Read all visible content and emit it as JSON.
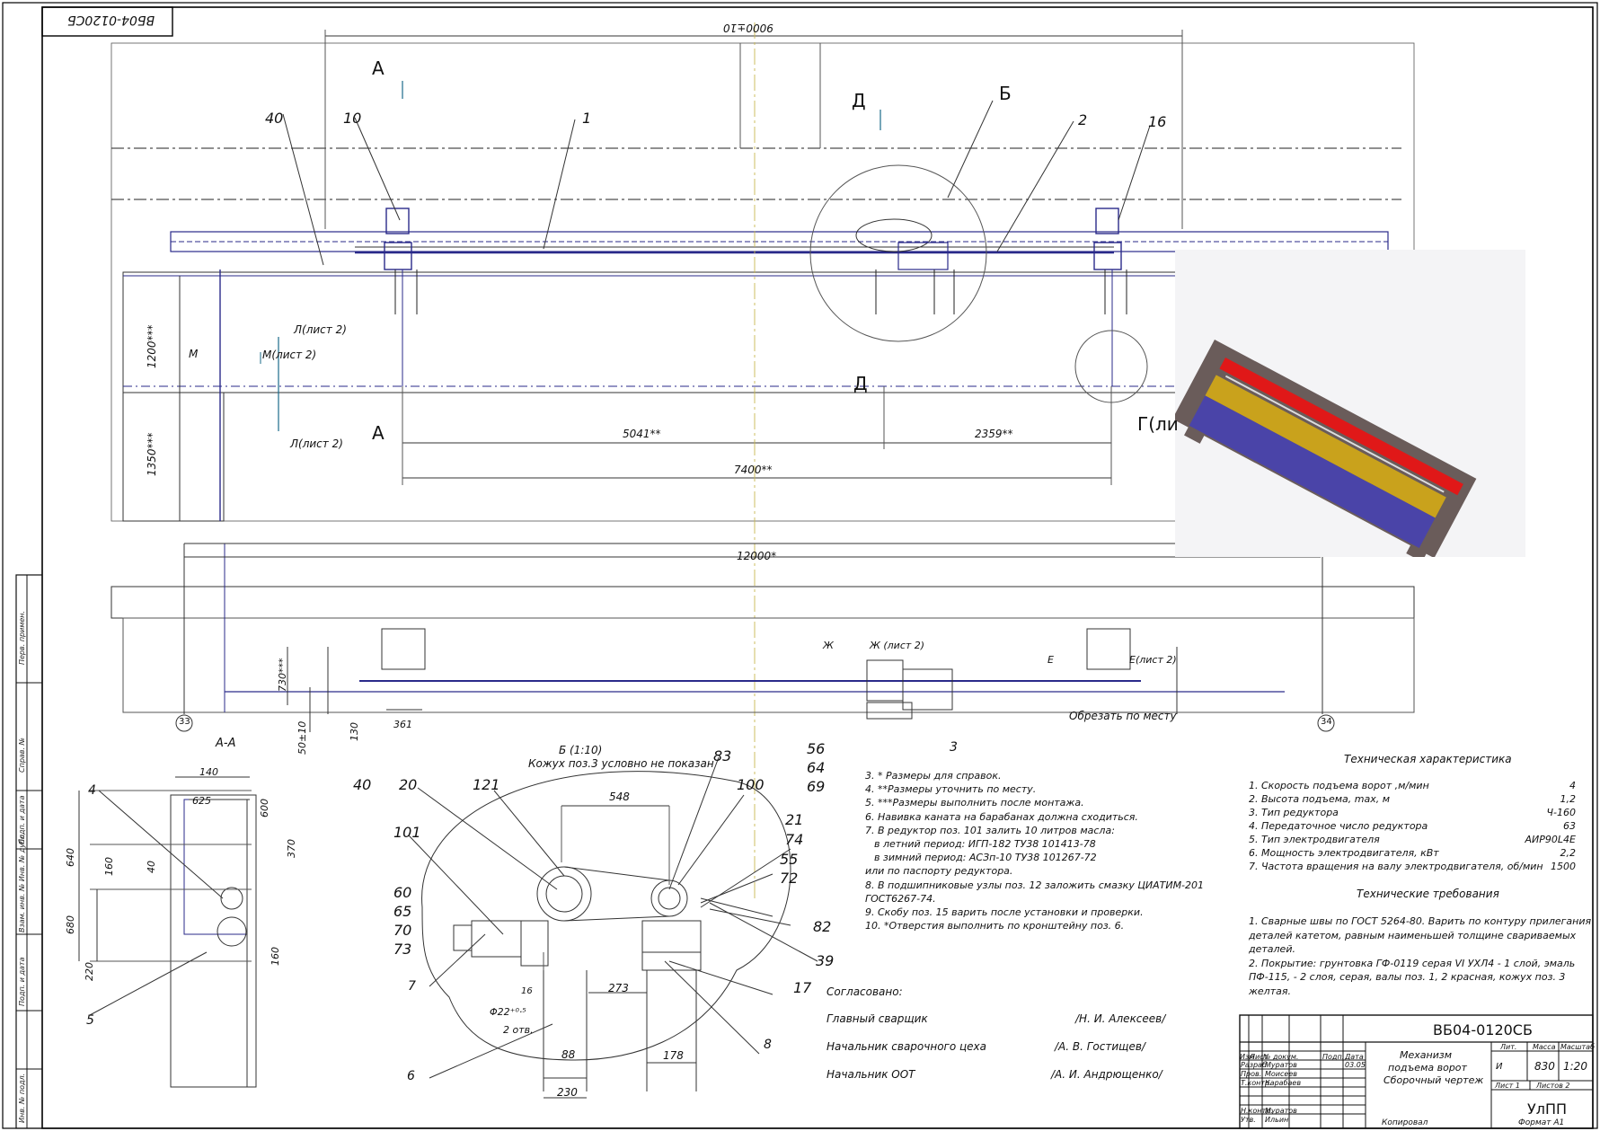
{
  "drawing": {
    "code": "ВБ04-0120СБ",
    "code_rotated": "ВБ04-0120СБ",
    "title_lines": [
      "Механизм",
      "подъема ворот",
      "Сборочный чертеж"
    ],
    "organization": "УлПП",
    "format": "Формат  А1",
    "copied": "Копировал"
  },
  "dimensions": {
    "top_span": "9000±10",
    "d5041": "5041**",
    "d2359": "2359**",
    "d7400": "7400**",
    "d1200": "1200***",
    "d1350": "1350***",
    "d12000": "12000*",
    "d730": "730***",
    "d50": "50±10",
    "d130": "130",
    "d361": "361",
    "left_140": "140",
    "left_625": "625",
    "left_600": "600",
    "left_640": "640",
    "left_160a": "160",
    "left_40": "40",
    "left_370": "370",
    "left_680": "680",
    "left_220": "220",
    "left_160b": "160",
    "det_548": "548",
    "det_16": "16",
    "det_273": "273",
    "det_phi22": "Φ22⁺⁰·⁵",
    "det_2otv": "2 отв.",
    "det_88": "88",
    "det_178": "178",
    "det_230": "230"
  },
  "section_marks": {
    "a_top": "А",
    "a_bottom": "А",
    "d_top": "Д",
    "d_bottom": "Д",
    "b": "Б",
    "m": "М",
    "m_sheet": "М(лист 2)",
    "l1": "Л(лист 2)",
    "l2": "Л(лист 2)",
    "g_sheet": "Г(ли",
    "zh": "Ж",
    "zh_sheet": "Ж (лист 2)",
    "e": "Е",
    "e_sheet": "Е(лист 2)",
    "cut_note": "Обрезать по месту",
    "axis_33": "33",
    "axis_34": "34"
  },
  "views": {
    "aa_title": "А-А",
    "detail_title": "Б (1:10)",
    "detail_sub": "Кожух поз.3 условно не показан"
  },
  "positions": {
    "p40a": "40",
    "p10": "10",
    "p1": "1",
    "p2": "2",
    "p16": "16",
    "p40b": "40",
    "p3": "3",
    "p56": "56",
    "p64": "64",
    "p69": "69",
    "p4": "4",
    "p5": "5",
    "p20": "20",
    "p121": "121",
    "p83": "83",
    "p100": "100",
    "p101": "101",
    "p21": "21",
    "p74": "74",
    "p55": "55",
    "p72": "72",
    "p60": "60",
    "p65": "65",
    "p70": "70",
    "p73": "73",
    "p82": "82",
    "p39": "39",
    "p17": "17",
    "p7": "7",
    "p8": "8",
    "p6": "6"
  },
  "notes": [
    "3. * Размеры для справок.",
    "4. **Размеры уточнить по месту.",
    "5. ***Размеры выполнить после монтажа.",
    "6. Навивка каната на барабанах должна сходиться.",
    "7. В редуктор поз. 101 залить 10 литров масла:",
    "   в летний период: ИГП-182 ТУ38 101413-78",
    "   в зимний период: АСЗп-10 ТУ38 101267-72",
    "или по паспорту редуктора.",
    "8. В подшипниковые узлы поз. 12 заложить смазку ЦИАТИМ-201",
    "ГОСТ6267-74.",
    "9. Скобу поз. 15 варить после установки и проверки.",
    "10. *Отверстия выполнить по кронштейну поз. 6."
  ],
  "tech_char": {
    "title": "Техническая характеристика",
    "rows": [
      {
        "label": "1. Скорость подъема ворот ,м/мин",
        "value": "4"
      },
      {
        "label": "2. Высота подъема, max, м",
        "value": "1,2"
      },
      {
        "label": "3. Тип редуктора",
        "value": "Ч-160"
      },
      {
        "label": "4. Передаточное число редуктора",
        "value": "63"
      },
      {
        "label": "5. Тип электродвигателя",
        "value": "АИР90L4Е"
      },
      {
        "label": "6. Мощность электродвигателя, кВт",
        "value": "2,2"
      },
      {
        "label": "7. Частота вращения на валу электродвигателя, об/мин",
        "value": "1500"
      }
    ]
  },
  "tech_req": {
    "title": "Технические требования",
    "lines": [
      "1. Сварные швы по ГОСТ 5264-80. Варить по контуру прилегания",
      "деталей катетом, равным наименьшей толщине свариваемых",
      "деталей.",
      "2. Покрытие: грунтовка ГФ-0119 серая VI УХЛ4 - 1 слой, эмаль",
      "ПФ-115, - 2 слоя, серая, валы поз. 1, 2 красная, кожух поз. 3",
      "желтая."
    ]
  },
  "approval": {
    "title": "Согласовано:",
    "rows": [
      {
        "role": "Главный сварщик",
        "name": "/Н. И. Алексеев/"
      },
      {
        "role": "Начальник сварочного цеха",
        "name": "/А. В. Гостищев/"
      },
      {
        "role": "Начальник ООТ",
        "name": "/А. И. Андрющенко/"
      }
    ]
  },
  "title_block": {
    "h_izm": "Изм",
    "h_list": "Лист",
    "h_doc": "№ докум.",
    "h_podp": "Подп.",
    "h_data": "Дата",
    "r1_role": "Разраб.",
    "r1_name": "Муратов",
    "r1_date": "03.05",
    "r2_role": "Пров.",
    "r2_name": "Моисеев",
    "r3_role": "Т.контр.",
    "r3_name": "Карабаев",
    "r4_role": "Н.контр.",
    "r4_name": "Муратов",
    "r5_role": "Утв.",
    "r5_name": "Ильин",
    "lit_h": "Лит.",
    "mass_h": "Масса",
    "scale_h": "Масштаб",
    "lit_val": "И",
    "mass": "830",
    "scale": "1:20",
    "sheet": "Лист  1",
    "sheets": "Листов  2"
  },
  "side_stamps": [
    "Перв. примен.",
    "Справ. №",
    "Подп. и дата",
    "Взам. инв. № Инв. № дубл.",
    "Подп. и дата",
    "Инв. № подл."
  ],
  "render_preview": {
    "colors": {
      "frame": "#6a5c5a",
      "red_bar": "#e01818",
      "yellow": "#c9a21c",
      "blue": "#4a44a8",
      "bg_light": "#f4f4f6"
    }
  }
}
